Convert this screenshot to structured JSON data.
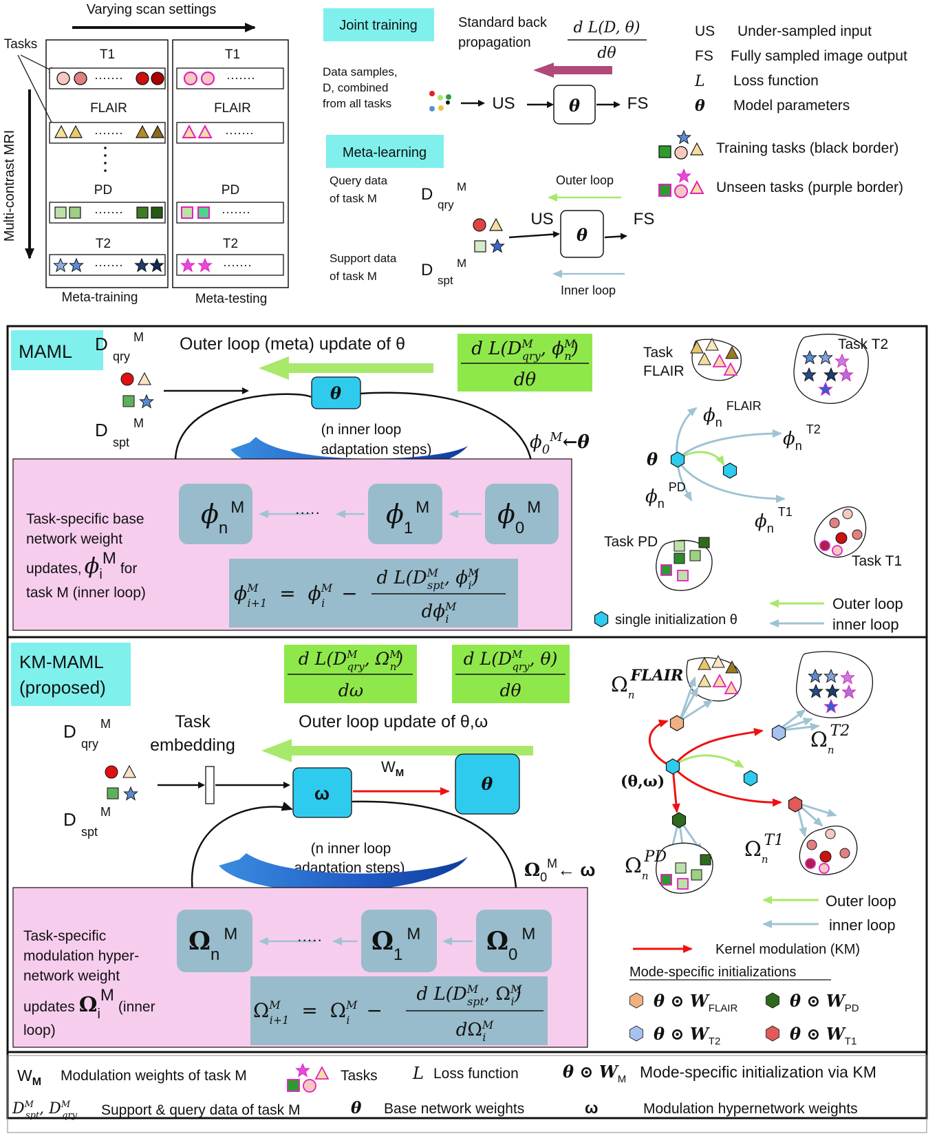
{
  "top": {
    "varying_scan": "Varying scan settings",
    "tasks_label": "Tasks",
    "multi_contrast": "Multi-contrast MRI",
    "task_names": [
      "T1",
      "FLAIR",
      "PD",
      "T2"
    ],
    "meta_training": "Meta-training",
    "meta_testing": "Meta-testing",
    "dots": "·······",
    "joint_training": "Joint training",
    "std_backprop": "Standard back propagation",
    "std_backprop_l1": "Standard back",
    "std_backprop_l2": "propagation",
    "grad_num": "d L(D, θ)",
    "grad_den": "dθ",
    "data_samples_l1": "Data samples,",
    "data_samples_l2": "D, combined",
    "data_samples_l3": "from all tasks",
    "us": "US",
    "fs": "FS",
    "theta": "θ",
    "meta_learning": "Meta-learning",
    "query_l1": "Query data",
    "query_l2": "of task M",
    "support_l1": "Support data",
    "support_l2": "of task M",
    "D": "D",
    "qry": "qry",
    "spt": "spt",
    "M": "M",
    "outer_loop": "Outer loop",
    "inner_loop": "Inner loop"
  },
  "legend_top": {
    "items": [
      {
        "abbr": "US",
        "desc": "Under-sampled input"
      },
      {
        "abbr": "FS",
        "desc": "Fully sampled image output"
      },
      {
        "abbr": "L",
        "desc": "Loss function"
      },
      {
        "abbr": "θ",
        "desc": "Model parameters"
      }
    ],
    "training_tasks": "Training tasks (black border)",
    "unseen_tasks": "Unseen tasks (purple border)"
  },
  "maml": {
    "title": "MAML",
    "outer_update": "Outer loop (meta) update of θ",
    "grad_num": "d L(D",
    "grad_num_tail": "qry",
    "grad_phi": ", ϕ",
    "grad_den": "dθ",
    "inner_note_l1": "(n inner loop",
    "inner_note_l2": "adaptation steps)",
    "phi0_init": "ϕ",
    "phi0_arrow": "←θ",
    "phi": "ϕ",
    "sub_n": "n",
    "sub_1": "1",
    "sub_0": "0",
    "ellipsis": "·····",
    "task_specific_l1": "Task-specific base",
    "task_specific_l2": "network weight",
    "task_specific_l3": "updates,",
    "task_specific_l3b": "for",
    "task_specific_l4": "task M (inner loop)",
    "sub_i": "i",
    "upd_lhs": "ϕ",
    "upd_eq": "=",
    "upd_minus": "−",
    "upd_num": "d L(D",
    "upd_num_sub": "spt",
    "upd_den": "dϕ",
    "i1": "i+1",
    "task_flair_l1": "Task",
    "task_flair_l2": "FLAIR",
    "task_t2": "Task T2",
    "task_pd": "Task PD",
    "task_t1": "Task T1",
    "sup_flair": "FLAIR",
    "sup_t2": "T2",
    "sup_pd": "PD",
    "sup_t1": "T1",
    "single_init": "single initialization θ",
    "outer_loop": "Outer loop",
    "inner_loop": "inner loop"
  },
  "km": {
    "title_l1": "KM-MAML",
    "title_l2": "(proposed)",
    "grad1_num": "d L(D",
    "grad1_omega": ", Ω",
    "grad1_den": "dω",
    "grad2_num": "d L(D",
    "grad2_theta": ", θ)",
    "grad2_den": "dθ",
    "task_emb_l1": "Task",
    "task_emb_l2": "embedding",
    "outer_update": "Outer loop update of θ,ω",
    "omega": "ω",
    "wm": "W",
    "wm_sub": "M",
    "inner_note_l1": "(n inner loop",
    "inner_note_l2": "adaptation steps)",
    "Omega": "Ω",
    "omega0_arrow": "← ω",
    "task_specific_l1": "Task-specific",
    "task_specific_l2": "modulation hyper-",
    "task_specific_l3": "network weight",
    "task_specific_l4": "updates",
    "task_specific_l4b": "(inner",
    "task_specific_l5": "loop)",
    "theta_omega": "(θ,ω)",
    "sup_flair": "FLAIR",
    "sup_t2": "T2",
    "sup_pd": "PD",
    "sup_t1": "T1",
    "outer_loop": "Outer loop",
    "inner_loop": "inner loop",
    "km_label": "Kernel modulation (KM)",
    "mode_specific": "Mode-specific initializations",
    "odot": "θ ⊙ W",
    "w_flair": "FLAIR",
    "w_pd": "PD",
    "w_t2": "T2",
    "w_t1": "T1"
  },
  "legend_bottom": {
    "wm": "W",
    "wm_sub": "M",
    "wm_desc": "Modulation weights of task M",
    "tasks": "Tasks",
    "L": "L",
    "loss": "Loss function",
    "km_sym": "θ ⊙ W",
    "km_desc": "Mode-specific initialization via KM",
    "dspt": "D",
    "support_query": "Support & query data of task M",
    "theta": "θ",
    "base_weights": "Base network weights",
    "omega": "ω",
    "hyper_weights": "Modulation hypernetwork weights"
  },
  "colors": {
    "cyan_label": "#7ff0ec",
    "green_label": "#8fe84a",
    "pink_panel": "#f7cdee",
    "steel": "#98bccb",
    "param_box": "#2fcbee",
    "outer_arrow": "#a8e86a",
    "inner_arrow": "#9fc3d3",
    "km_red": "#ee1111",
    "backprop": "#b04a7a"
  }
}
